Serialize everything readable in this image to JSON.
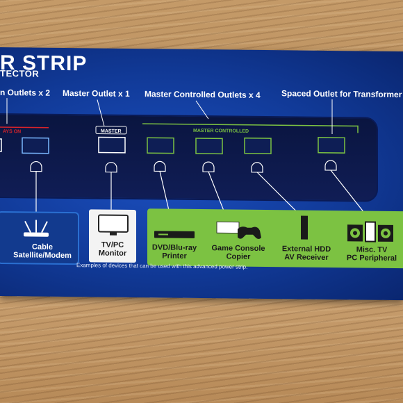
{
  "title": "R STRIP",
  "subtitle": "TECTOR",
  "labels": {
    "always_on_outlets": "n Outlets x 2",
    "master_outlet": "Master Outlet x 1",
    "master_controlled_outlets": "Master Controlled Outlets x 4",
    "spaced_outlet": "Spaced Outlet for Transformer"
  },
  "strip_tags": {
    "always_on": "AYS ON",
    "master": "MASTER",
    "master_controlled": "MASTER CONTROLLED"
  },
  "devices": [
    {
      "line1": "Cable",
      "line2": "Satellite/Modem"
    },
    {
      "line1": "TV/PC",
      "line2": "Monitor"
    },
    {
      "line1": "DVD/Blu-ray",
      "line2": "Printer"
    },
    {
      "line1": "Game Console",
      "line2": "Copier"
    },
    {
      "line1": "External HDD",
      "line2": "AV Receiver"
    },
    {
      "line1": "Misc. TV",
      "line2": "PC Peripheral"
    }
  ],
  "note": "Examples of devices that can be used with this advanced power strip.",
  "colors": {
    "box_blue": "#113a98",
    "green": "#7cc242",
    "red": "#d8232a"
  }
}
